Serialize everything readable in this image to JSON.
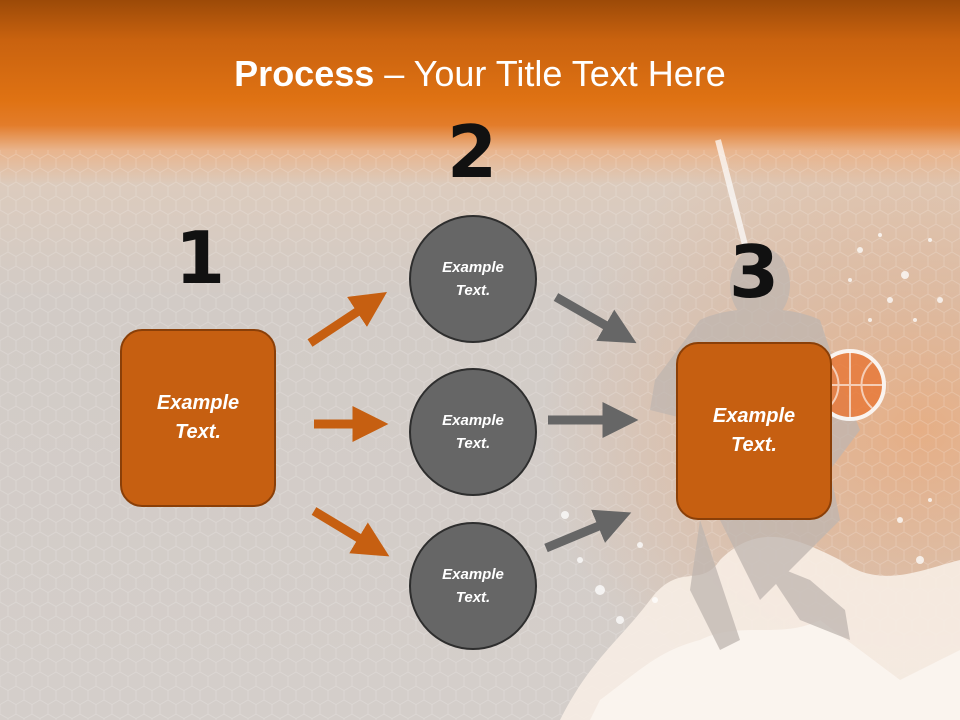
{
  "title": {
    "bold": "Process",
    "rest": " – Your Title Text Here"
  },
  "steps": {
    "one": "1",
    "two": "2",
    "three": "3"
  },
  "boxes": {
    "left": "Example\nText.",
    "right": "Example\nText."
  },
  "circles": [
    "Example\nText.",
    "Example\nText.",
    "Example\nText."
  ],
  "colors": {
    "orange": "#c65f11",
    "gray": "#666666",
    "title_band": "#df7213"
  }
}
